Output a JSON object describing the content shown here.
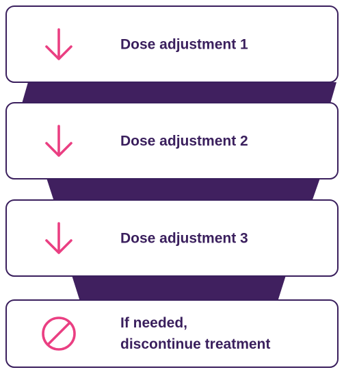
{
  "colors": {
    "connector": "#40205f",
    "border": "#3a1f5d",
    "text": "#3a1f5d",
    "icon": "#ea3f82"
  },
  "steps": [
    {
      "label": "Dose adjustment 1",
      "icon": "arrow-down-icon"
    },
    {
      "label": "Dose adjustment 2",
      "icon": "arrow-down-icon"
    },
    {
      "label": "Dose adjustment 3",
      "icon": "arrow-down-icon"
    },
    {
      "label": "If needed,\ndiscontinue treatment",
      "icon": "prohibited-icon"
    }
  ]
}
